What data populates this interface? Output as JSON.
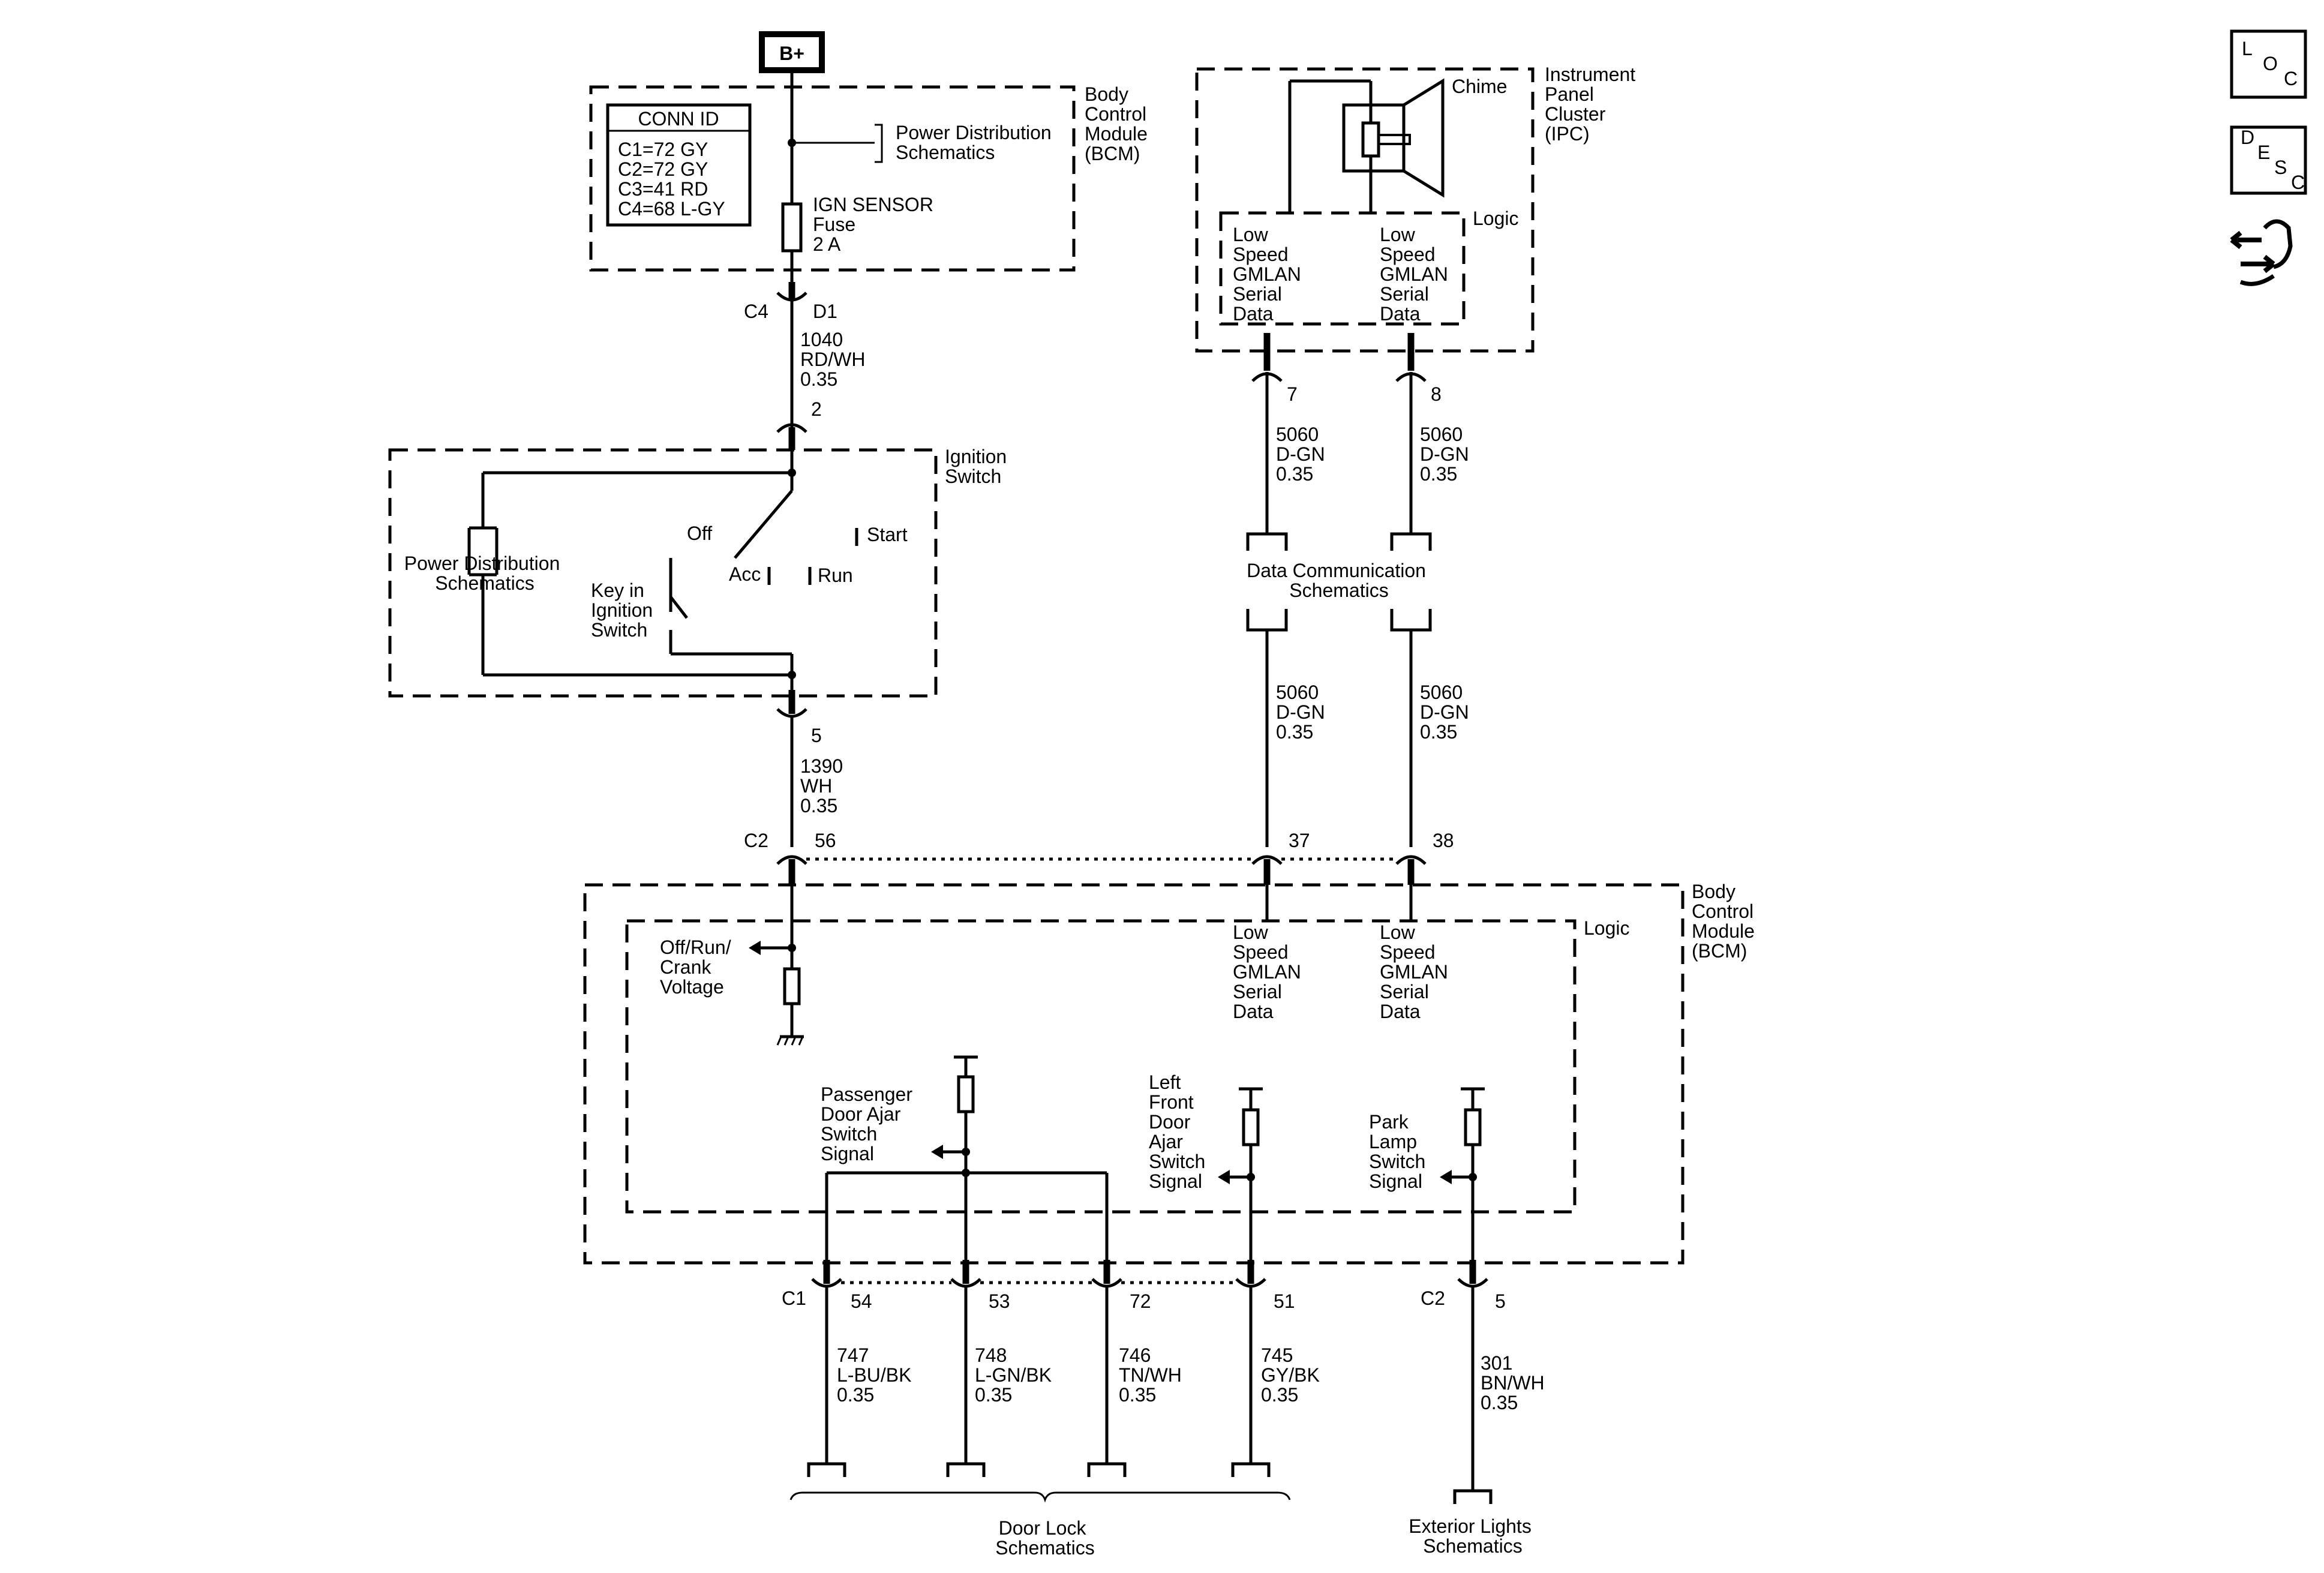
{
  "power": {
    "bplus": "B+"
  },
  "bcm_top": {
    "name": [
      "Body",
      "Control",
      "Module",
      "(BCM)"
    ],
    "conn_id_title": "CONN ID",
    "conn_ids": [
      "C1=72 GY",
      "C2=72 GY",
      "C3=41 RD",
      "C4=68 L-GY"
    ],
    "pds_link": [
      "Power Distribution",
      "Schematics"
    ],
    "fuse": [
      "IGN SENSOR",
      "Fuse",
      "2 A"
    ],
    "connector": "C4",
    "pin": "D1"
  },
  "wire_1040": [
    "1040",
    "RD/WH",
    "0.35"
  ],
  "ignition_switch": {
    "name": [
      "Ignition",
      "Switch"
    ],
    "pin_in": "2",
    "pin_out": "5",
    "pds_link": [
      "Power Distribution",
      "Schematics"
    ],
    "positions": {
      "off": "Off",
      "acc": "Acc",
      "run": "Run",
      "start": "Start"
    },
    "key_in": [
      "Key in",
      "Ignition",
      "Switch"
    ]
  },
  "wire_1390": [
    "1390",
    "WH",
    "0.35"
  ],
  "ipc": {
    "name": [
      "Instrument",
      "Panel",
      "Cluster",
      "(IPC)"
    ],
    "chime": "Chime",
    "logic": "Logic",
    "gmlan_left": [
      "Low",
      "Speed",
      "GMLAN",
      "Serial",
      "Data"
    ],
    "gmlan_right": [
      "Low",
      "Speed",
      "GMLAN",
      "Serial",
      "Data"
    ],
    "pin_left": "7",
    "pin_right": "8"
  },
  "wire_5060_upper_left": [
    "5060",
    "D-GN",
    "0.35"
  ],
  "wire_5060_upper_right": [
    "5060",
    "D-GN",
    "0.35"
  ],
  "data_comm_link": [
    "Data Communication",
    "Schematics"
  ],
  "wire_5060_lower_left": [
    "5060",
    "D-GN",
    "0.35"
  ],
  "wire_5060_lower_right": [
    "5060",
    "D-GN",
    "0.35"
  ],
  "bcm_main": {
    "name": [
      "Body",
      "Control",
      "Module",
      "(BCM)"
    ],
    "logic": "Logic",
    "connector_top": "C2",
    "pin_56": "56",
    "pin_37": "37",
    "pin_38": "38",
    "ign_voltage": [
      "Off/Run/",
      "Crank",
      "Voltage"
    ],
    "gmlan_left": [
      "Low",
      "Speed",
      "GMLAN",
      "Serial",
      "Data"
    ],
    "gmlan_right": [
      "Low",
      "Speed",
      "GMLAN",
      "Serial",
      "Data"
    ],
    "passenger_door": [
      "Passenger",
      "Door Ajar",
      "Switch",
      "Signal"
    ],
    "left_front_door": [
      "Left",
      "Front",
      "Door",
      "Ajar",
      "Switch",
      "Signal"
    ],
    "park_lamp": [
      "Park",
      "Lamp",
      "Switch",
      "Signal"
    ],
    "connector_c1": "C1",
    "connector_c2": "C2",
    "pins_bottom": [
      "54",
      "53",
      "72",
      "51",
      "5"
    ]
  },
  "bottom_wires": [
    [
      "747",
      "L-BU/BK",
      "0.35"
    ],
    [
      "748",
      "L-GN/BK",
      "0.35"
    ],
    [
      "746",
      "TN/WH",
      "0.35"
    ],
    [
      "745",
      "GY/BK",
      "0.35"
    ],
    [
      "301",
      "BN/WH",
      "0.35"
    ]
  ],
  "door_lock_link": [
    "Door Lock",
    "Schematics"
  ],
  "exterior_lights_link": [
    "Exterior Lights",
    "Schematics"
  ],
  "side_icons": {
    "loc": [
      "L",
      "O",
      "C"
    ],
    "desc": [
      "D",
      "E",
      "S",
      "C"
    ],
    "nav_icon": "hand-arrows-icon"
  }
}
